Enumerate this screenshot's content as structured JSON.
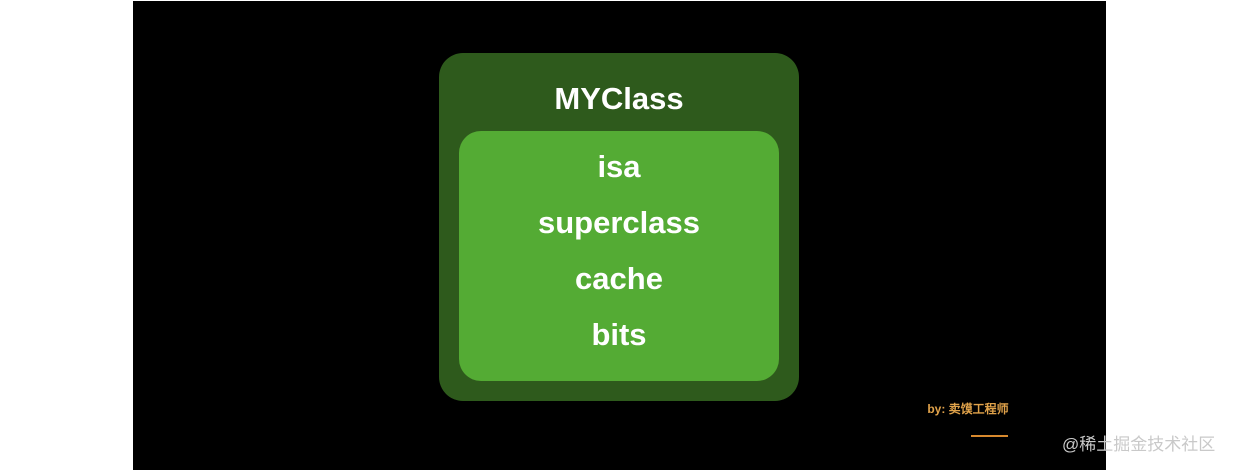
{
  "diagram": {
    "class_name": "MYClass",
    "fields": [
      {
        "label": "isa"
      },
      {
        "label": "superclass"
      },
      {
        "label": "cache"
      },
      {
        "label": "bits"
      }
    ]
  },
  "credit": {
    "author_text": "by: 卖馍工程师"
  },
  "watermark": {
    "text": "@稀土掘金技术社区"
  },
  "colors": {
    "background": "#000000",
    "outer_card": "#2e5a1c",
    "inner_card": "#54ab34",
    "text": "#ffffff",
    "credit": "#e0a24a",
    "watermark": "#c9c9c9"
  }
}
